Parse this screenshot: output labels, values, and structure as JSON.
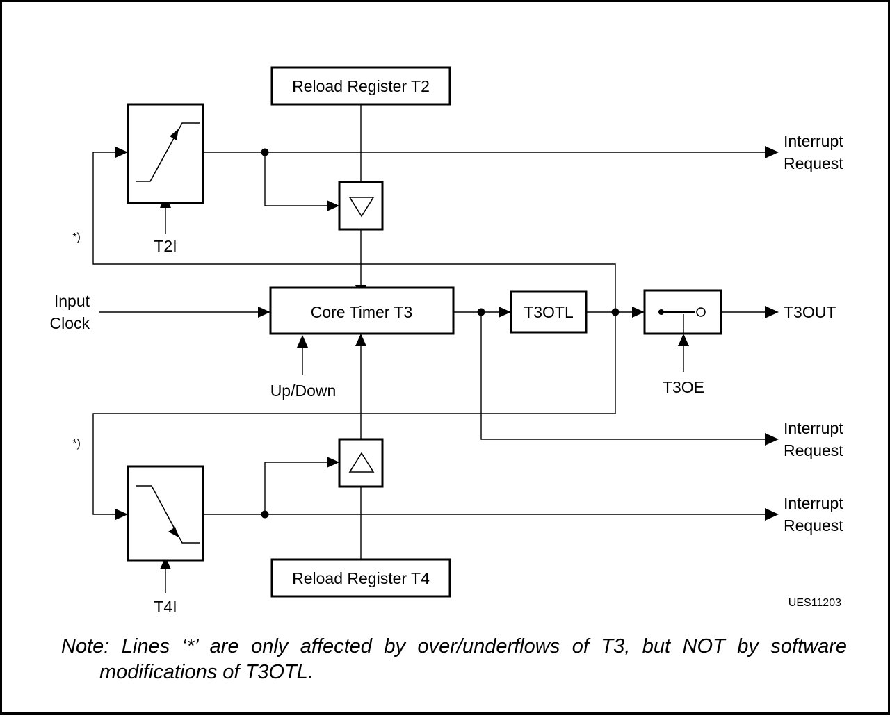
{
  "diagram": {
    "blocks": {
      "reload_t2": "Reload Register T2",
      "core_timer": "Core Timer T3",
      "t3otl": "T3OTL",
      "reload_t4": "Reload Register T4"
    },
    "signals": {
      "input_clock_line1": "Input",
      "input_clock_line2": "Clock",
      "t2i": "T2I",
      "t4i": "T4I",
      "up_down": "Up/Down",
      "t3oe": "T3OE",
      "t3out": "T3OUT",
      "star_top": "*)",
      "star_bottom": "*)"
    },
    "interrupt_requests": [
      {
        "line1": "Interrupt",
        "line2": "Request"
      },
      {
        "line1": "Interrupt",
        "line2": "Request"
      },
      {
        "line1": "Interrupt",
        "line2": "Request"
      }
    ],
    "figure_id": "UES11203"
  },
  "note": "Note: Lines ‘*’ are only affected by over/underflows of T3, but NOT by software modifications of T3OTL."
}
